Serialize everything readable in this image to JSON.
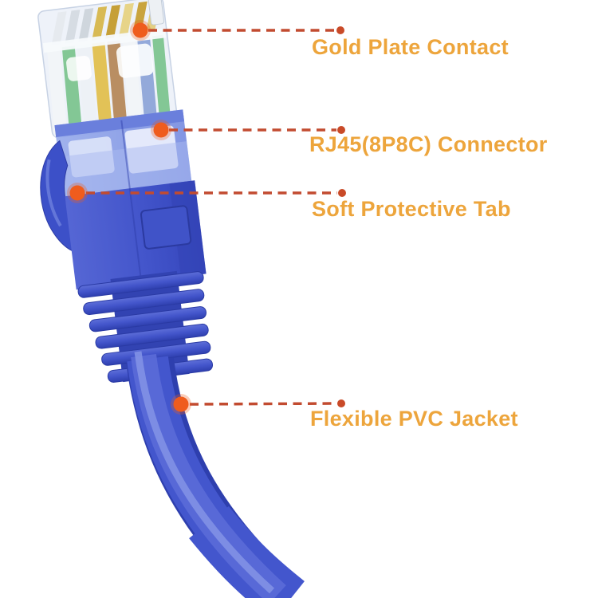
{
  "image": {
    "subject": "Blue RJ45 Ethernet network cable connector with labeled parts",
    "background_color": "#FFFFFF"
  },
  "callouts": [
    {
      "id": "gold-plate-contact",
      "text": "Gold Plate Contact"
    },
    {
      "id": "rj45-8p8c-connector",
      "text": "RJ45(8P8C) Connector"
    },
    {
      "id": "soft-protective-tab",
      "text": "Soft Protective Tab"
    },
    {
      "id": "flexible-pvc-jacket",
      "text": "Flexible PVC Jacket"
    }
  ],
  "colors": {
    "label_text": "#EDA53C",
    "callout_line": "#C24B30",
    "callout_dot": "#EF5C1D",
    "callout_dot_end": "#C94A28",
    "cable_blue": "#4356CD",
    "cable_blue_dark": "#2E3FAE",
    "cable_blue_light": "#8494E6",
    "gold_pin": "#C6A038",
    "clear_plastic": "#EEF2F9"
  }
}
